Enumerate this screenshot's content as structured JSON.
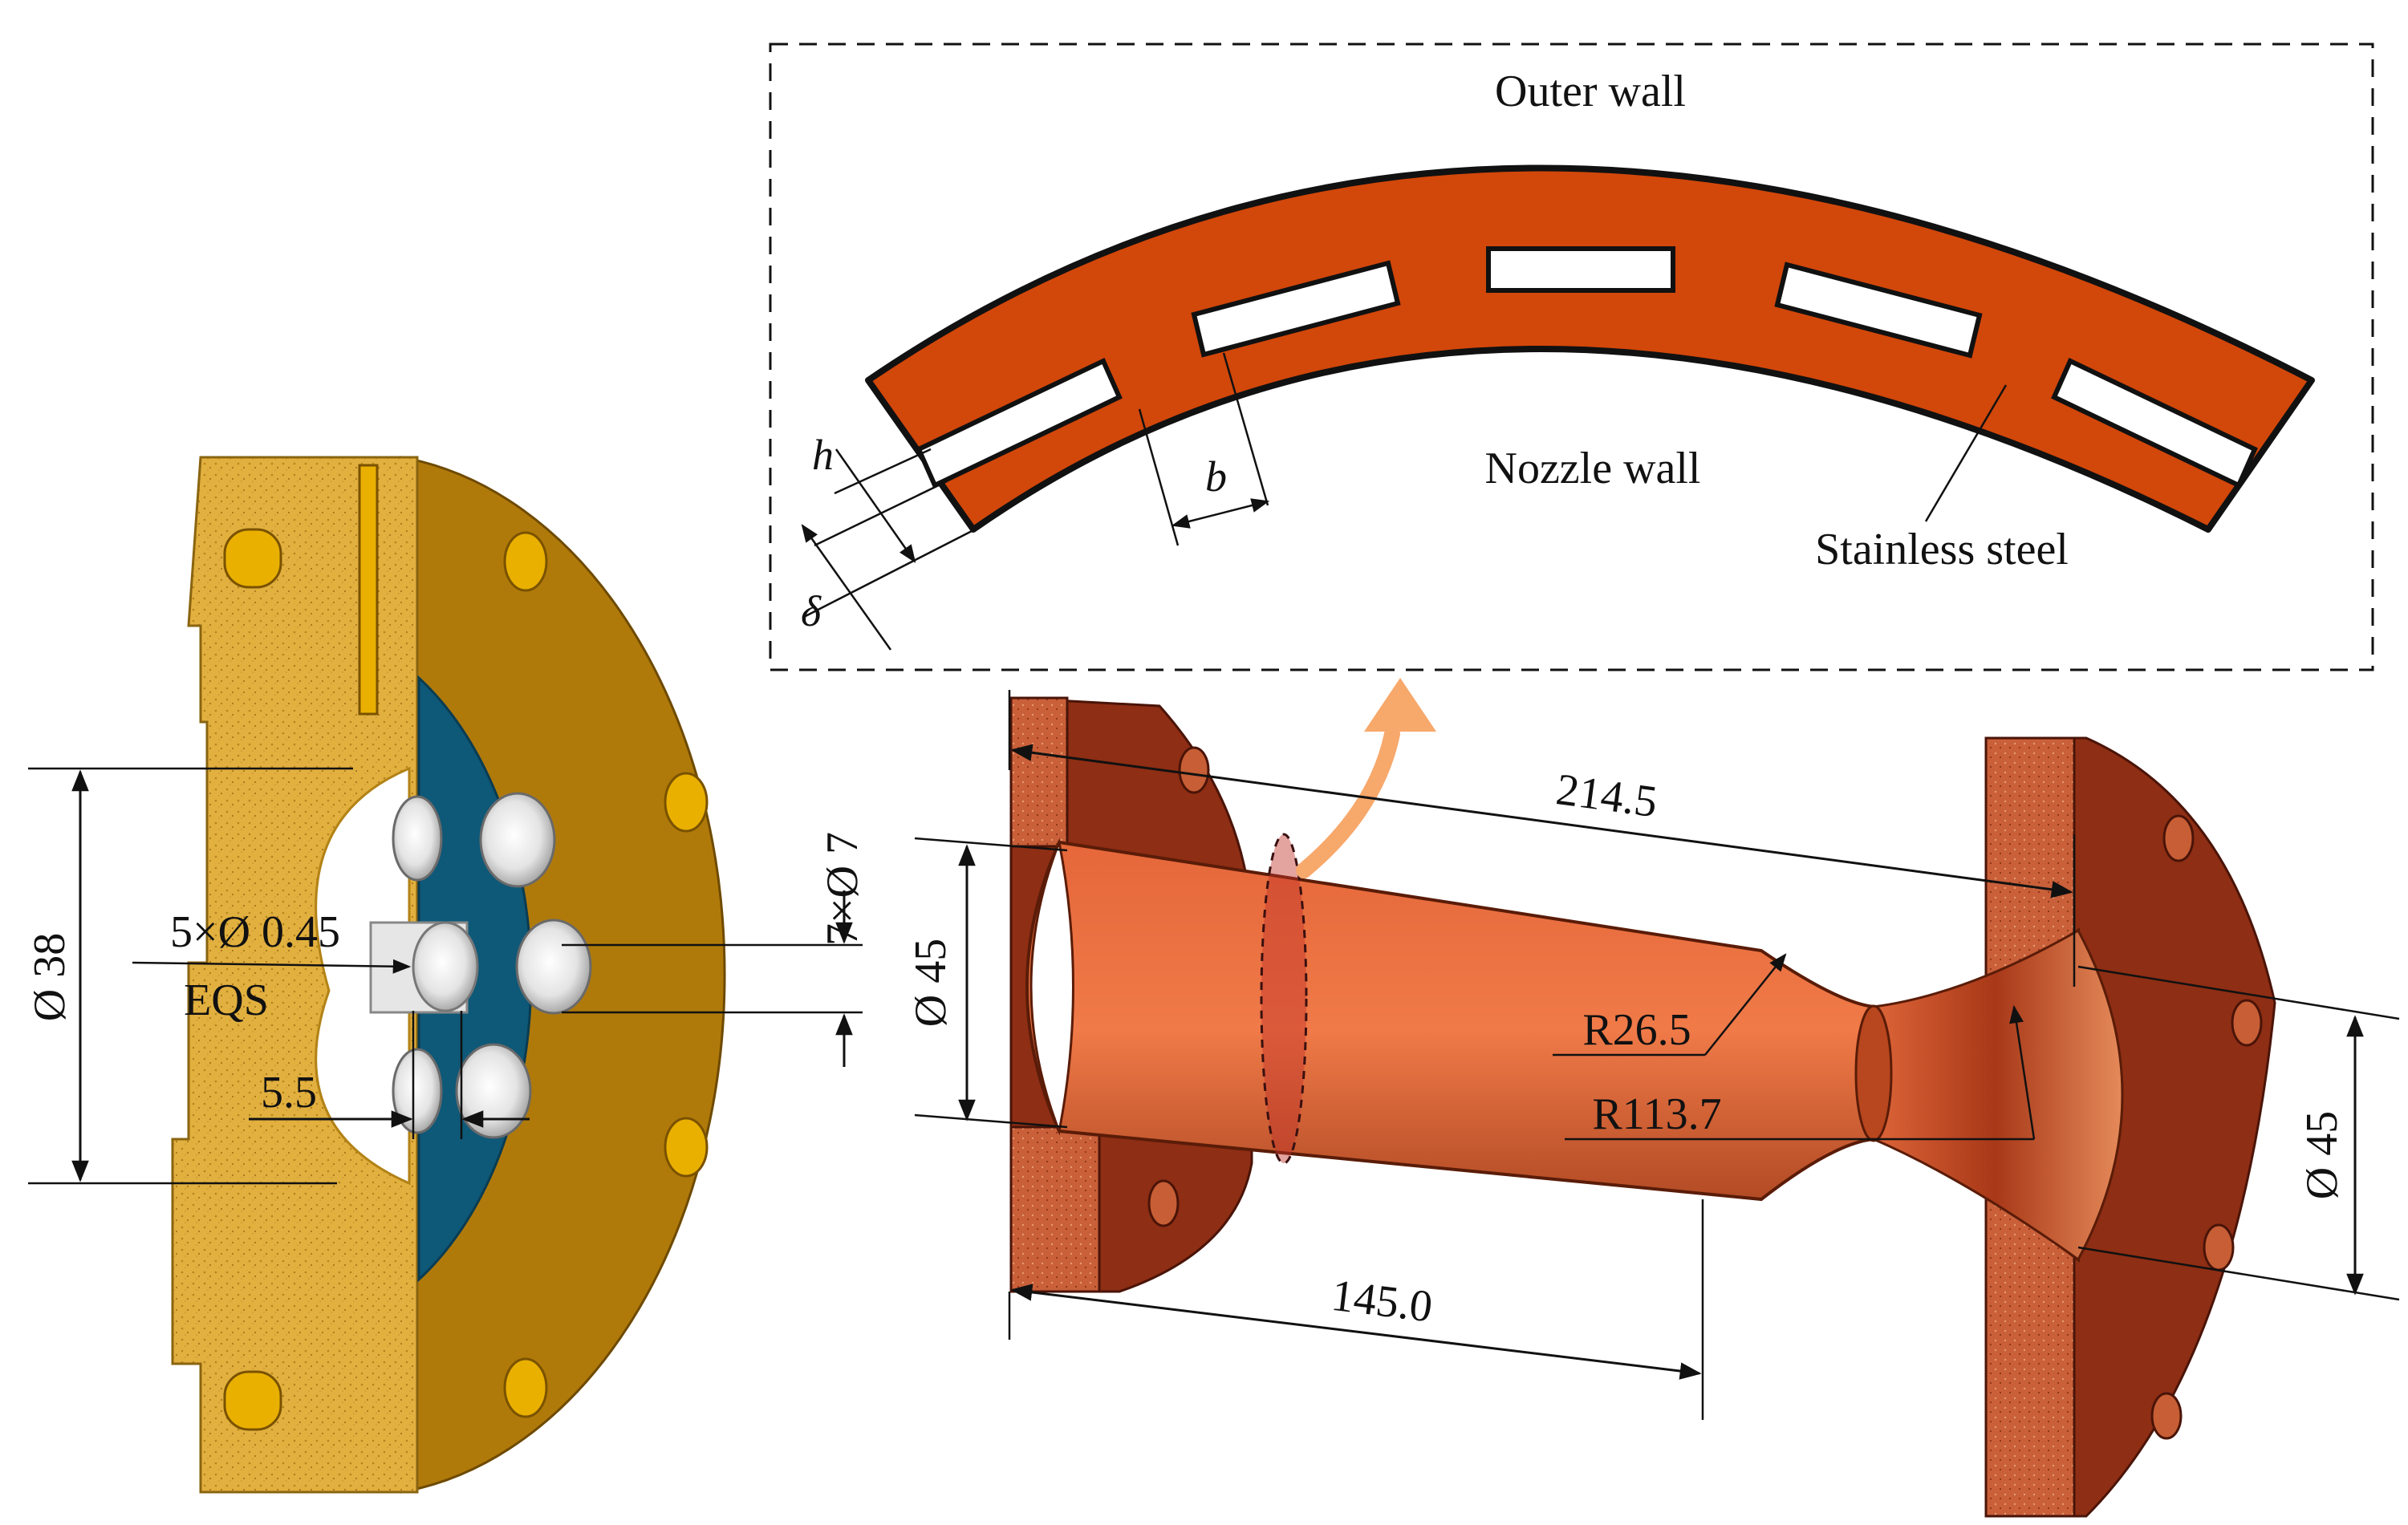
{
  "inset": {
    "outer_wall_label": "Outer wall",
    "nozzle_wall_label": "Nozzle wall",
    "stainless_steel_label": "Stainless steel",
    "h_label": "h",
    "b_label": "b",
    "delta_label": "δ"
  },
  "injector": {
    "dia_38_label": "Ø 38",
    "holes_045_label": "5×Ø 0.45",
    "eqs_label": "EQS",
    "holes_7_label": "7×Ø 7",
    "dim_55_label": "5.5"
  },
  "nozzle": {
    "length_2145_label": "214.5",
    "dia_45_left_label": "Ø 45",
    "r265_label": "R26.5",
    "r1137_label": "R113.7",
    "dia_45_right_label": "Ø 45",
    "length_1450_label": "145.0"
  },
  "colors": {
    "copper_fill": "#d2470a",
    "copper_body": "#c0521f",
    "copper_dark": "#8e2e14",
    "flange_gold": "#b07a0a",
    "insulation_yellow": "#e2b03f",
    "injector_blue": "#0e5878",
    "arrow_orange": "#f7a86b",
    "hole_grey": "#cfcfcf"
  }
}
